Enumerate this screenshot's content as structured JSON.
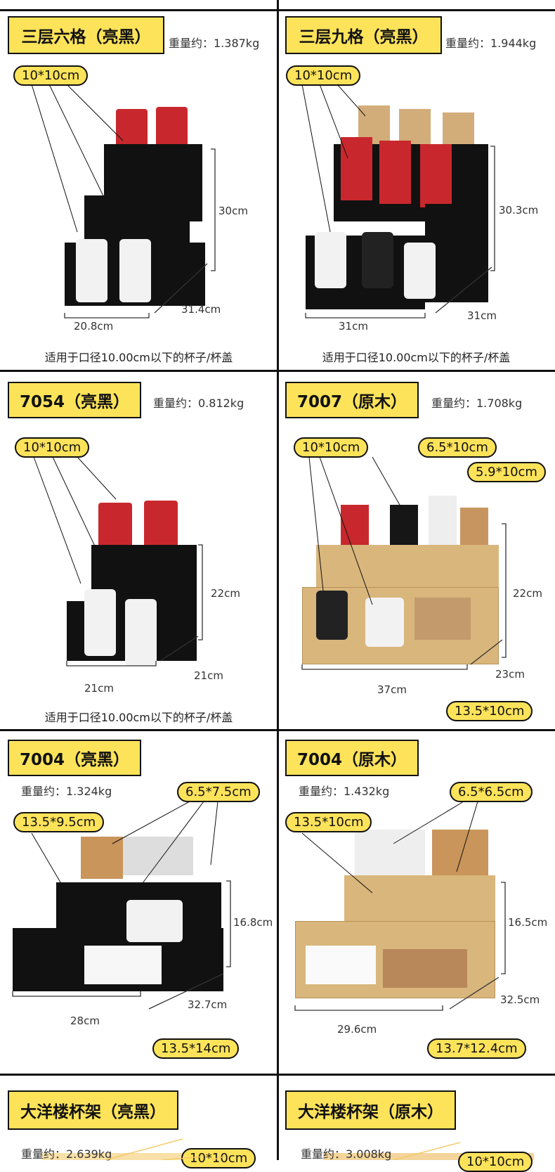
{
  "products": [
    {
      "title": "三层六格（亮黑）",
      "weight": "重量约：1.387kg",
      "tags": [
        "10*10cm"
      ],
      "dims": [
        "30cm",
        "31.4cm",
        "20.8cm"
      ],
      "caption": "适用于口径10.00cm以下的杯子/杯盖",
      "finish": "black"
    },
    {
      "title": "三层九格（亮黑）",
      "weight": "重量约：1.944kg",
      "tags": [
        "10*10cm"
      ],
      "dims": [
        "30.3cm",
        "31cm",
        "31cm"
      ],
      "caption": "适用于口径10.00cm以下的杯子/杯盖",
      "finish": "black"
    },
    {
      "title": "7054（亮黑）",
      "weight": "重量约：0.812kg",
      "tags": [
        "10*10cm"
      ],
      "dims": [
        "22cm",
        "21cm",
        "21cm"
      ],
      "caption": "适用于口径10.00cm以下的杯子/杯盖",
      "finish": "black"
    },
    {
      "title": "7007（原木）",
      "weight": "重量约：1.708kg",
      "tags": [
        "10*10cm",
        "6.5*10cm",
        "5.9*10cm",
        "13.5*10cm"
      ],
      "dims": [
        "22cm",
        "23cm",
        "37cm"
      ],
      "finish": "wood"
    },
    {
      "title": "7004（亮黑）",
      "weight": "重量约：1.324kg",
      "tags": [
        "6.5*7.5cm",
        "13.5*9.5cm",
        "13.5*14cm"
      ],
      "dims": [
        "16.8cm",
        "32.7cm",
        "28cm"
      ],
      "finish": "black"
    },
    {
      "title": "7004（原木）",
      "weight": "重量约：1.432kg",
      "tags": [
        "6.5*6.5cm",
        "13.5*10cm",
        "13.7*12.4cm"
      ],
      "dims": [
        "16.5cm",
        "32.5cm",
        "29.6cm"
      ],
      "finish": "wood"
    },
    {
      "title": "大洋楼杯架（亮黑）",
      "weight": "重量约：2.639kg",
      "tags": [
        "10*10cm"
      ],
      "finish": "black"
    },
    {
      "title": "大洋楼杯架（原木）",
      "weight": "重量约：3.008kg",
      "tags": [
        "10*10cm"
      ],
      "finish": "wood"
    }
  ],
  "colors": {
    "accent": "#fde35a",
    "black": "#111111",
    "wood": "#d9b67c",
    "cup": "#c8282d"
  }
}
